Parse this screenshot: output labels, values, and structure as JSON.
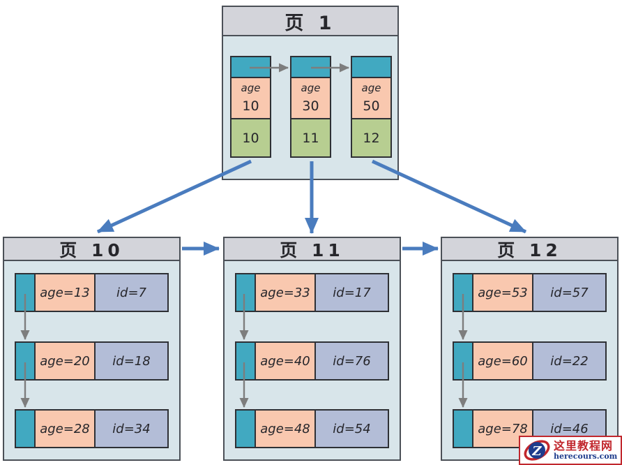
{
  "root_page": {
    "title": "页 1",
    "slots": [
      {
        "age_label": "age",
        "age_value": "10",
        "child_page": "10"
      },
      {
        "age_label": "age",
        "age_value": "30",
        "child_page": "11"
      },
      {
        "age_label": "age",
        "age_value": "50",
        "child_page": "12"
      }
    ]
  },
  "leaf_pages": [
    {
      "title": "页 10",
      "records": [
        {
          "age": "age=13",
          "id": "id=7"
        },
        {
          "age": "age=20",
          "id": "id=18"
        },
        {
          "age": "age=28",
          "id": "id=34"
        }
      ]
    },
    {
      "title": "页 11",
      "records": [
        {
          "age": "age=33",
          "id": "id=17"
        },
        {
          "age": "age=40",
          "id": "id=76"
        },
        {
          "age": "age=48",
          "id": "id=54"
        }
      ]
    },
    {
      "title": "页 12",
      "records": [
        {
          "age": "age=53",
          "id": "id=57"
        },
        {
          "age": "age=60",
          "id": "id=22"
        },
        {
          "age": "age=78",
          "id": "id=46"
        }
      ]
    }
  ],
  "watermark": {
    "site_name": "这里教程网",
    "site_url": "herecours.com",
    "logo_letter": "Z"
  },
  "colors": {
    "header_gray": "#d3d4da",
    "body_blue": "#d8e5ea",
    "pointer_teal": "#41a9c1",
    "age_salmon": "#f9c8af",
    "page_green": "#b7ce91",
    "id_slate": "#b3bdd7",
    "arrow_blue": "#4a7cbe",
    "arrow_gray": "#7d7d7d",
    "watermark_red": "#c1272d",
    "watermark_blue": "#1e3c8c"
  }
}
